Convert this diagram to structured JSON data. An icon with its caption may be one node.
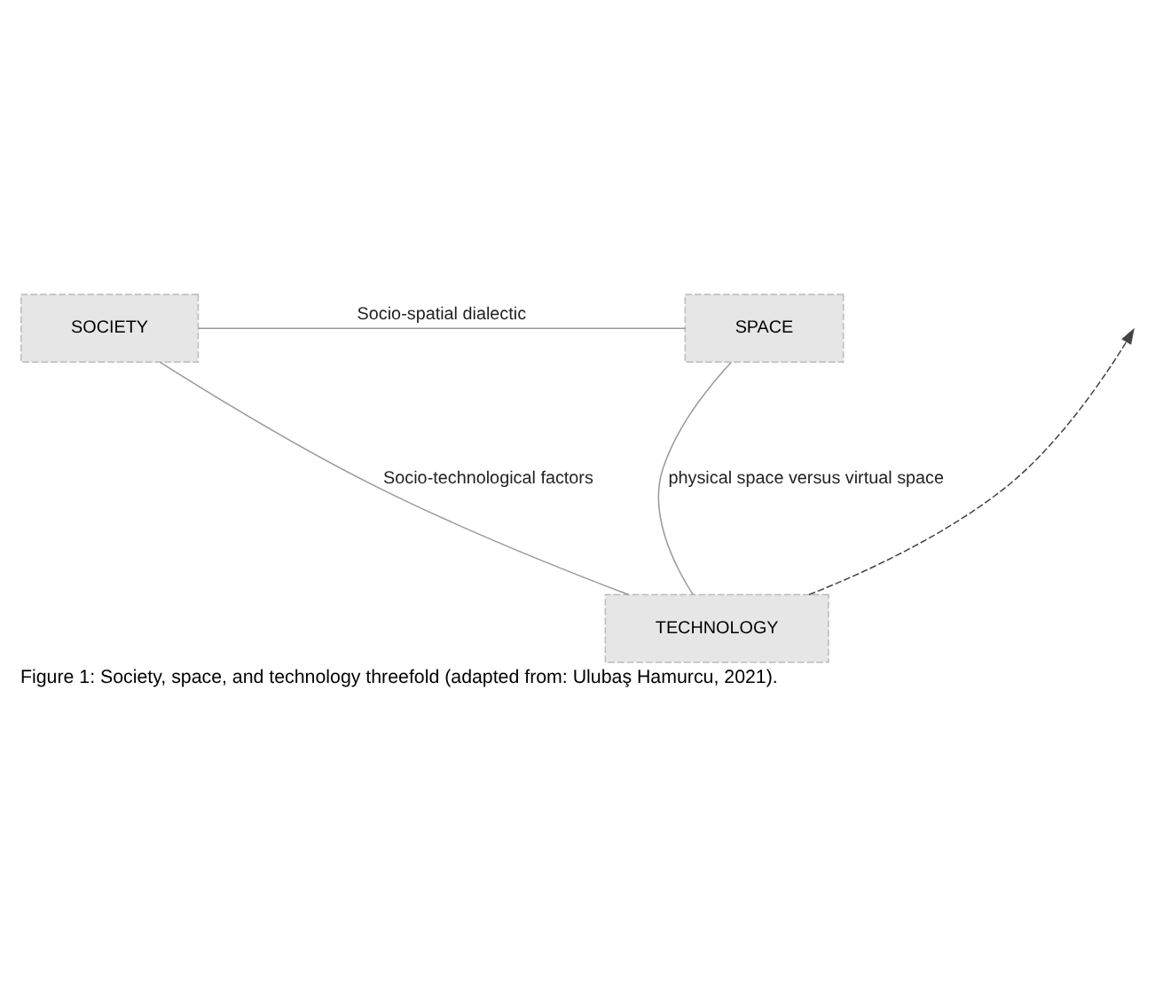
{
  "diagram": {
    "caption": "Figure 1: Society, space, and technology threefold (adapted from: Ulubaş Hamurcu, 2021).",
    "nodes": [
      {
        "text": [
          "SOCIETY"
        ]
      },
      {
        "text": [
          "SPACE"
        ]
      },
      {
        "text": [
          "TECHNOLOGY"
        ]
      }
    ],
    "edges": [
      {
        "from": 0,
        "to": 1,
        "arrow": "none",
        "label": "Socio-spatial dialectic"
      },
      {
        "from": 0,
        "to": 2,
        "arrow": "none",
        "label": "Socio-technological factors"
      },
      {
        "from": 1,
        "to": 2,
        "arrow": "none",
        "label": "physical space versus virtual space"
      },
      {
        "from": 2,
        "to": null,
        "arrow": "to",
        "style": "dashed"
      }
    ]
  }
}
